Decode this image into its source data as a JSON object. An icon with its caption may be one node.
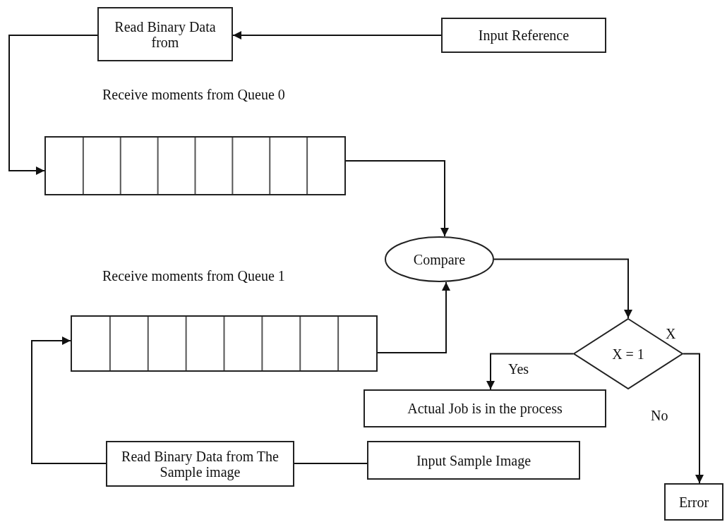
{
  "diagram": {
    "nodes": [
      {
        "text": [
          "Read Binary Data from"
        ]
      },
      {
        "text": [
          "Input Reference"
        ]
      },
      {
        "text": [],
        "shape": "box"
      },
      {
        "text": [
          "Compare"
        ]
      },
      {
        "text": [],
        "shape": "box"
      },
      {
        "text": [
          "X = 1"
        ]
      },
      {
        "text": [
          "Actual Job is in the process"
        ]
      },
      {
        "text": [
          "Read Binary Data from The Sample image"
        ]
      },
      {
        "text": [
          "Input Sample Image"
        ]
      },
      {
        "text": [
          "Error"
        ]
      }
    ],
    "edges": [
      {
        "from": 1,
        "to": 0,
        "arrow": "to"
      },
      {
        "from": 0,
        "to": 2,
        "arrow": "to"
      },
      {
        "from": 2,
        "to": 3,
        "arrow": "to"
      },
      {
        "from": 4,
        "to": 3,
        "arrow": "to"
      },
      {
        "from": 3,
        "to": 5,
        "arrow": "to"
      },
      {
        "from": 5,
        "to": 6,
        "arrow": "to",
        "label": "Yes"
      },
      {
        "from": 5,
        "to": 9,
        "arrow": "to",
        "label": "No"
      },
      {
        "from": 7,
        "to": 4,
        "arrow": "to"
      },
      {
        "from": 8,
        "to": 7,
        "arrow": "none"
      }
    ],
    "labels": [
      "Receive moments from Queue 0",
      "Receive moments from Queue 1",
      "X"
    ]
  }
}
